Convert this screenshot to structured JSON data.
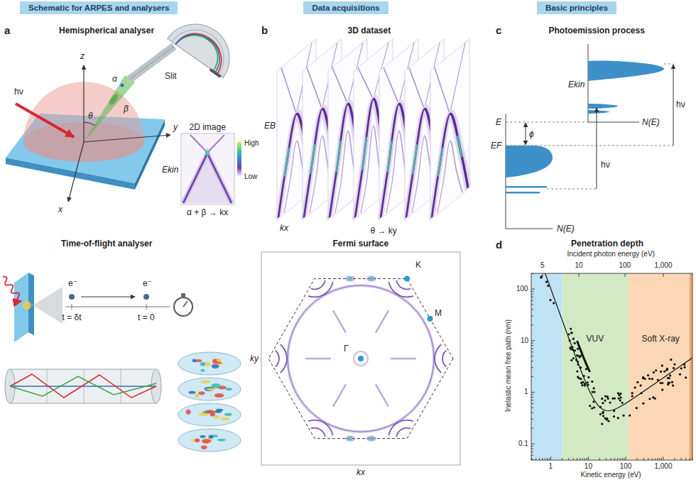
{
  "diagram": {
    "nodes": [
      {
        "text": [
          "Schematic for ARPES and analysers"
        ]
      },
      {
        "text": [
          "Data acquisitions"
        ]
      },
      {
        "text": [
          "Basic principles"
        ]
      }
    ],
    "labels": [
      "a",
      "Hemispherical analyser",
      "hν",
      "z",
      "y",
      "x",
      "θ",
      "α",
      "β",
      "Slit",
      "2D image",
      "High",
      "Low",
      "Ekin",
      "α + β → kx",
      "Time-of-flight analyser",
      "e⁻",
      "e⁻",
      "t = δt",
      "t = 0",
      "b",
      "3D dataset",
      "EB",
      "kx",
      "θ → ky",
      "Fermi surface",
      "K",
      "M",
      "Γ",
      "ky",
      "kx",
      "c",
      "Photoemission process",
      "Ekin",
      "hν",
      "E",
      "ϕ",
      "EF",
      "N(E)",
      "hν",
      "N(E)",
      "d",
      "Penetration depth",
      "Incident photon energy (eV)",
      "5",
      "10",
      "100",
      "1,000",
      "VUV",
      "Soft X-ray",
      "Inelastic mean free path (nm)",
      "100",
      "10",
      "1",
      "0.1",
      "1",
      "10",
      "100",
      "1,000",
      "Kinetic energy (eV)"
    ]
  }
}
